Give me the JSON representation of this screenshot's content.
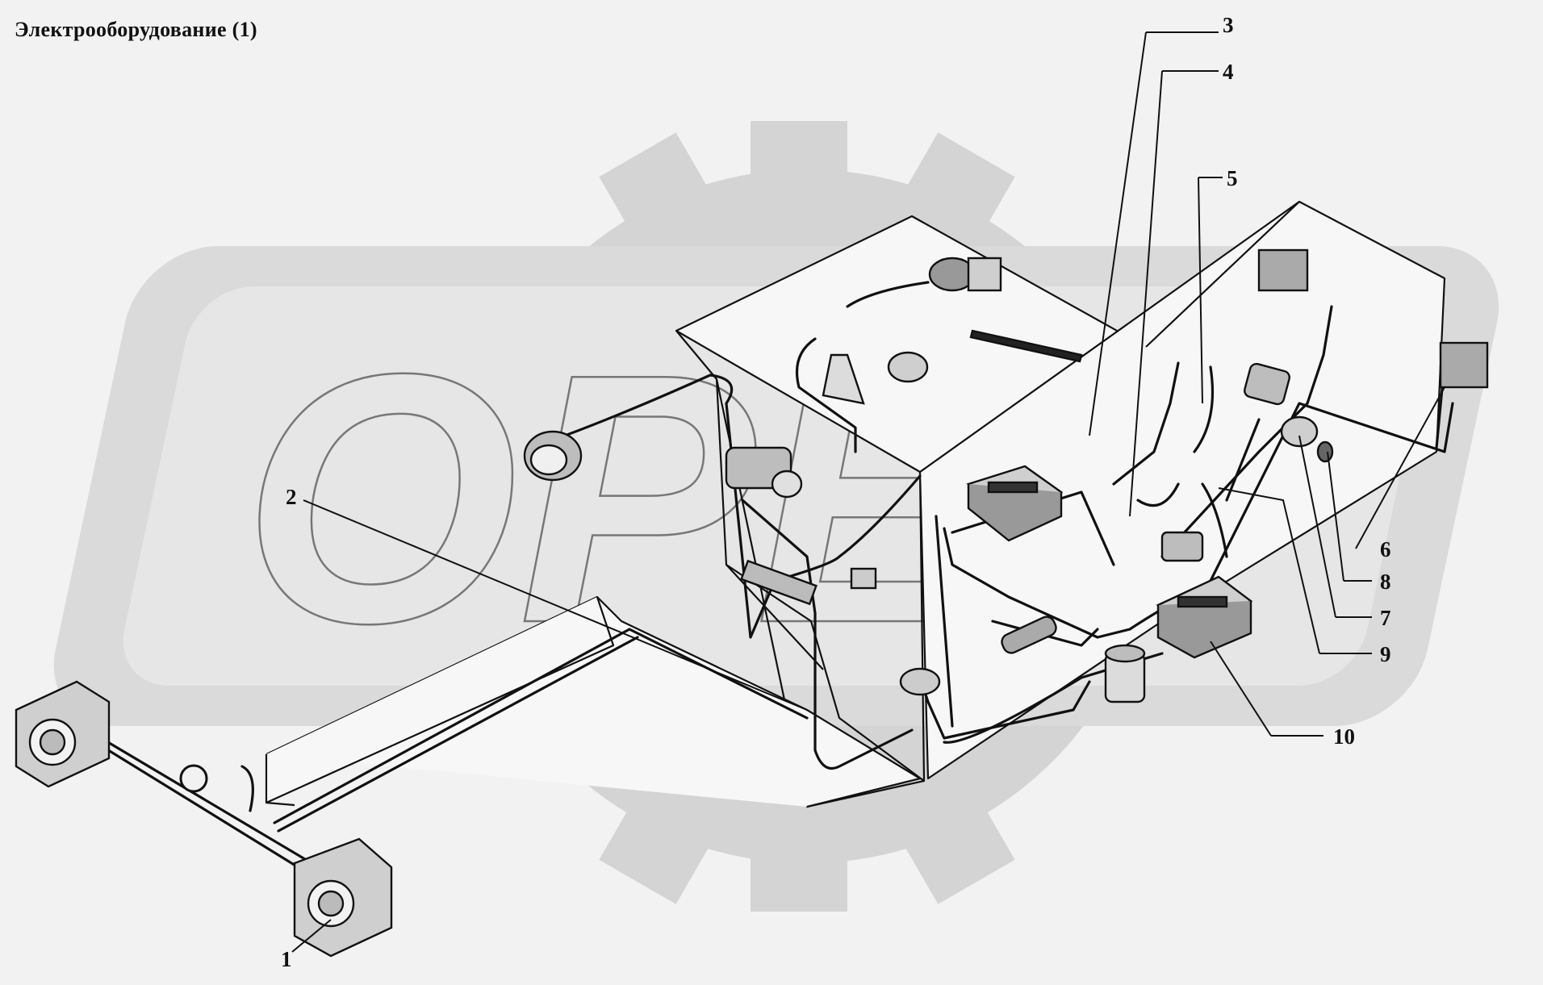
{
  "title": "Электрооборудование (1)",
  "watermark": {
    "text": "OPEX",
    "color": "#d9d9d9"
  },
  "callouts": [
    {
      "id": "1",
      "label": "1"
    },
    {
      "id": "2",
      "label": "2"
    },
    {
      "id": "3",
      "label": "3"
    },
    {
      "id": "4",
      "label": "4"
    },
    {
      "id": "5",
      "label": "5"
    },
    {
      "id": "6",
      "label": "6"
    },
    {
      "id": "7",
      "label": "7"
    },
    {
      "id": "8",
      "label": "8"
    },
    {
      "id": "9",
      "label": "9"
    },
    {
      "id": "10",
      "label": "10"
    }
  ],
  "colors": {
    "background": "#f2f2f2",
    "ink": "#111111",
    "gear": "#d4d4d4"
  }
}
